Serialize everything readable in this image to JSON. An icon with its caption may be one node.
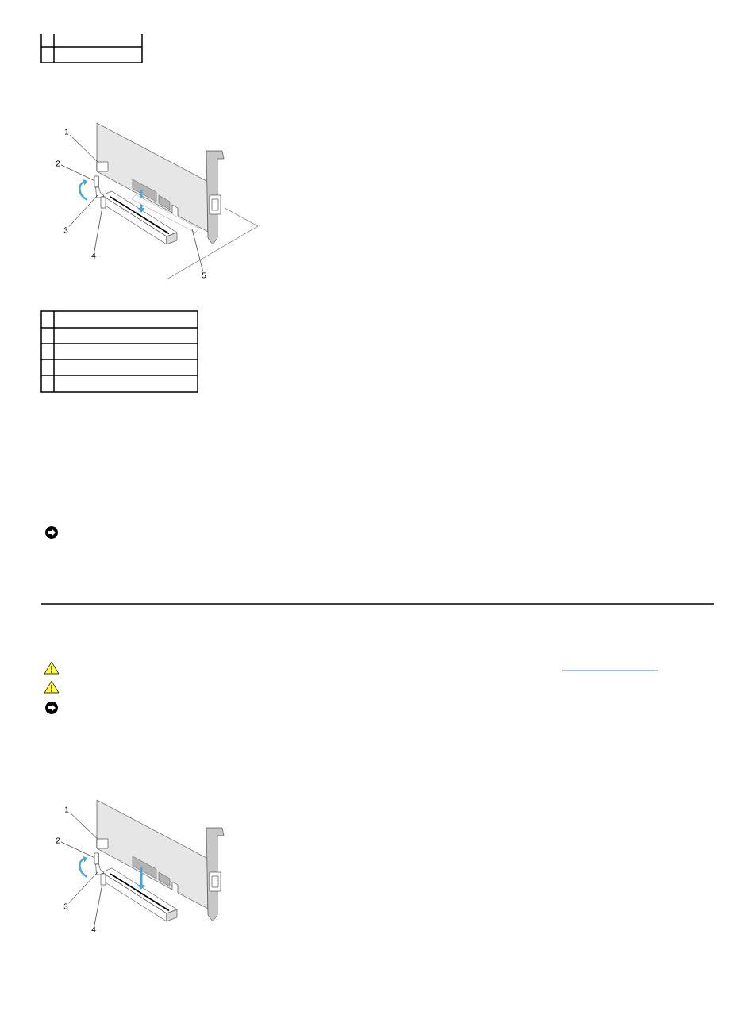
{
  "diagram": {
    "nodes": [
      {
        "text": [
          "1"
        ]
      },
      {
        "text": [
          "2"
        ]
      },
      {
        "text": [
          "3"
        ]
      },
      {
        "text": [
          "4"
        ]
      },
      {
        "text": [
          "5"
        ]
      },
      {
        "text": [],
        "shape": "box"
      },
      {
        "text": [],
        "shape": "box"
      },
      {
        "text": [],
        "shape": "picture"
      },
      {
        "text": [],
        "shape": "box"
      },
      {
        "text": [],
        "shape": "picture"
      },
      {
        "text": [
          "1"
        ]
      },
      {
        "text": [
          "2"
        ]
      },
      {
        "text": [
          "3"
        ]
      },
      {
        "text": [
          "4"
        ]
      },
      {
        "text": [],
        "shape": "box"
      },
      {
        "text": [],
        "shape": "box"
      },
      {
        "text": [],
        "shape": "picture"
      },
      {
        "text": [],
        "shape": "box"
      }
    ],
    "edges": [
      {
        "from": 0,
        "to": 5,
        "arrow": "none"
      },
      {
        "from": 1,
        "to": 6,
        "arrow": "none"
      },
      {
        "from": 2,
        "to": 7,
        "arrow": "none"
      },
      {
        "from": 3,
        "to": 8,
        "arrow": "none"
      },
      {
        "from": 4,
        "to": 9,
        "arrow": "none"
      },
      {
        "from": 10,
        "to": 14,
        "arrow": "none"
      },
      {
        "from": 11,
        "to": 15,
        "arrow": "none"
      },
      {
        "from": 12,
        "to": 16,
        "arrow": "none"
      },
      {
        "from": 13,
        "to": 17,
        "arrow": "none"
      }
    ]
  }
}
